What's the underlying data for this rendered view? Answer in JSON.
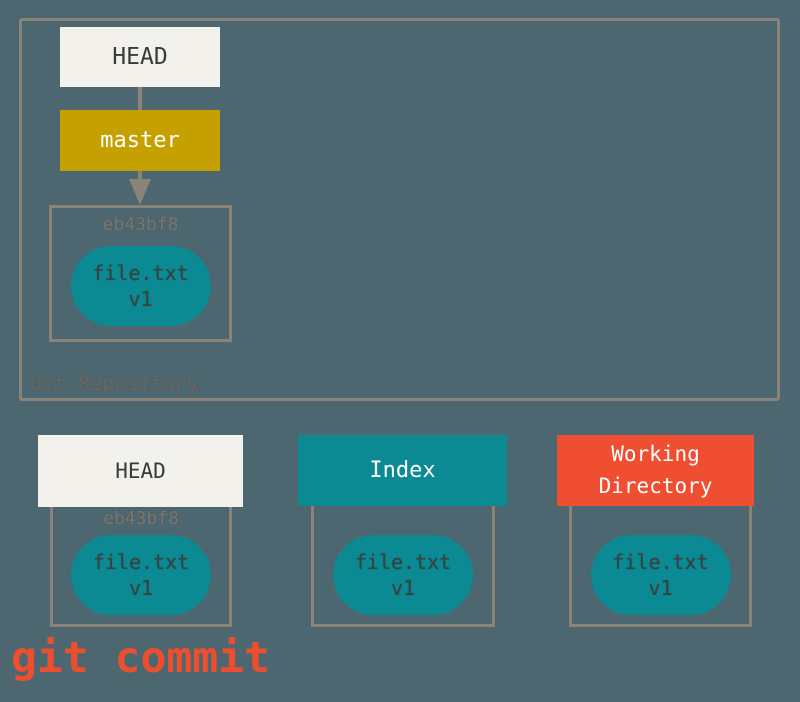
{
  "colors": {
    "bg": "#4D6770",
    "border": "#8A8379",
    "cream": "#F2F1EC",
    "gold": "#C4A000",
    "teal": "#0B8A94",
    "red": "#F04E31",
    "ink": "#3A3A38",
    "hash": "#7C766C",
    "muted": "#6B665F",
    "cmd": "#EE4E2E",
    "pilltext": "#3C403E"
  },
  "repo": {
    "label": "Git Repository",
    "head_ref": "HEAD",
    "branch": "master",
    "commit": {
      "hash": "eb43bf8",
      "file_name": "file.txt",
      "file_version": "v1"
    }
  },
  "columns": [
    {
      "title": "HEAD",
      "hash": "eb43bf8",
      "file_name": "file.txt",
      "file_version": "v1"
    },
    {
      "title": "Index",
      "file_name": "file.txt",
      "file_version": "v1"
    },
    {
      "title": "Working Directory",
      "file_name": "file.txt",
      "file_version": "v1"
    }
  ],
  "command": "git commit"
}
